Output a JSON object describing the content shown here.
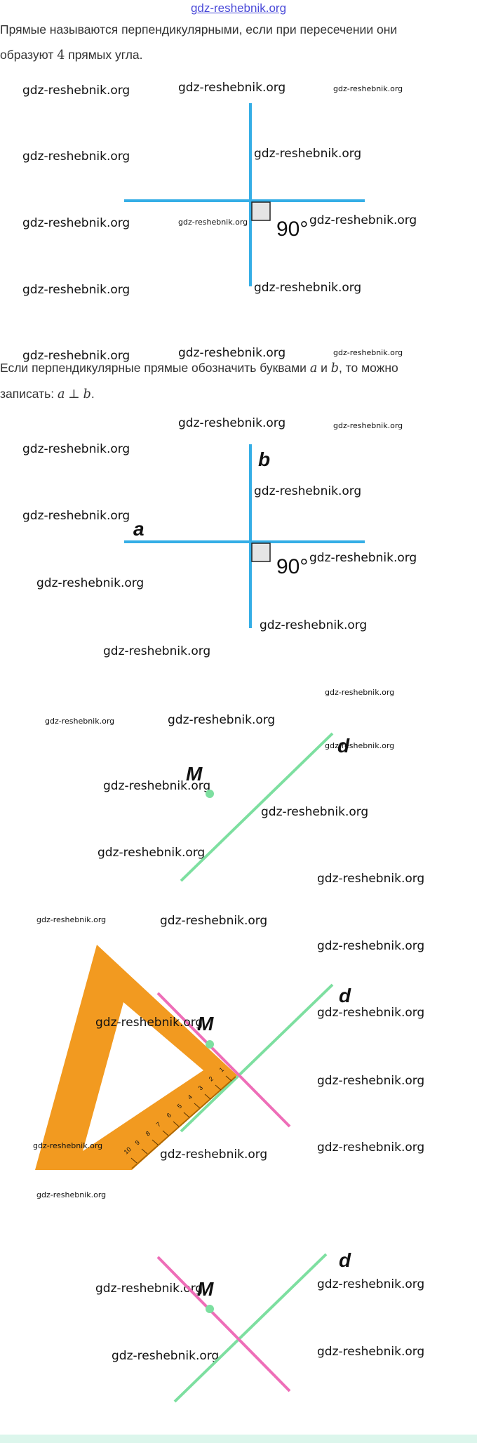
{
  "site_link": "gdz-reshebnik.org",
  "watermark": "gdz-reshebnik.org",
  "para1": {
    "line1": "Прямые называются перпендикулярными, если при пересечении они",
    "line2_pre": "образуют ",
    "line2_num": "4",
    "line2_post": " прямых угла."
  },
  "para2": {
    "line1_pre": "Если перпендикулярные прямые обозначить буквами ",
    "var_a": "a",
    "and_word": " и ",
    "var_b": "b",
    "line1_post": ", то можно",
    "line2_pre": "записать: ",
    "perp_symbol": "⊥",
    "line2_post": "."
  },
  "figure1": {
    "angle_label": "90°"
  },
  "figure2": {
    "label_a": "a",
    "label_b": "b",
    "angle_label": "90°"
  },
  "figure3": {
    "label_M": "M",
    "label_d": "d"
  },
  "figure4": {
    "label_M": "M",
    "label_d": "d",
    "ruler_ticks": [
      "1",
      "2",
      "3",
      "4",
      "5",
      "6",
      "7",
      "8",
      "9",
      "10"
    ]
  },
  "figure5": {
    "label_M": "M",
    "label_d": "d"
  },
  "colors": {
    "blue_line": "#35aee6",
    "green_line": "#7ddfa0",
    "pink_line": "#ee6eb8",
    "triangle": "#f29a20",
    "right_angle_fill": "#e5e5e5",
    "link": "#4a4ad8",
    "footer": "#dcf6ec"
  }
}
